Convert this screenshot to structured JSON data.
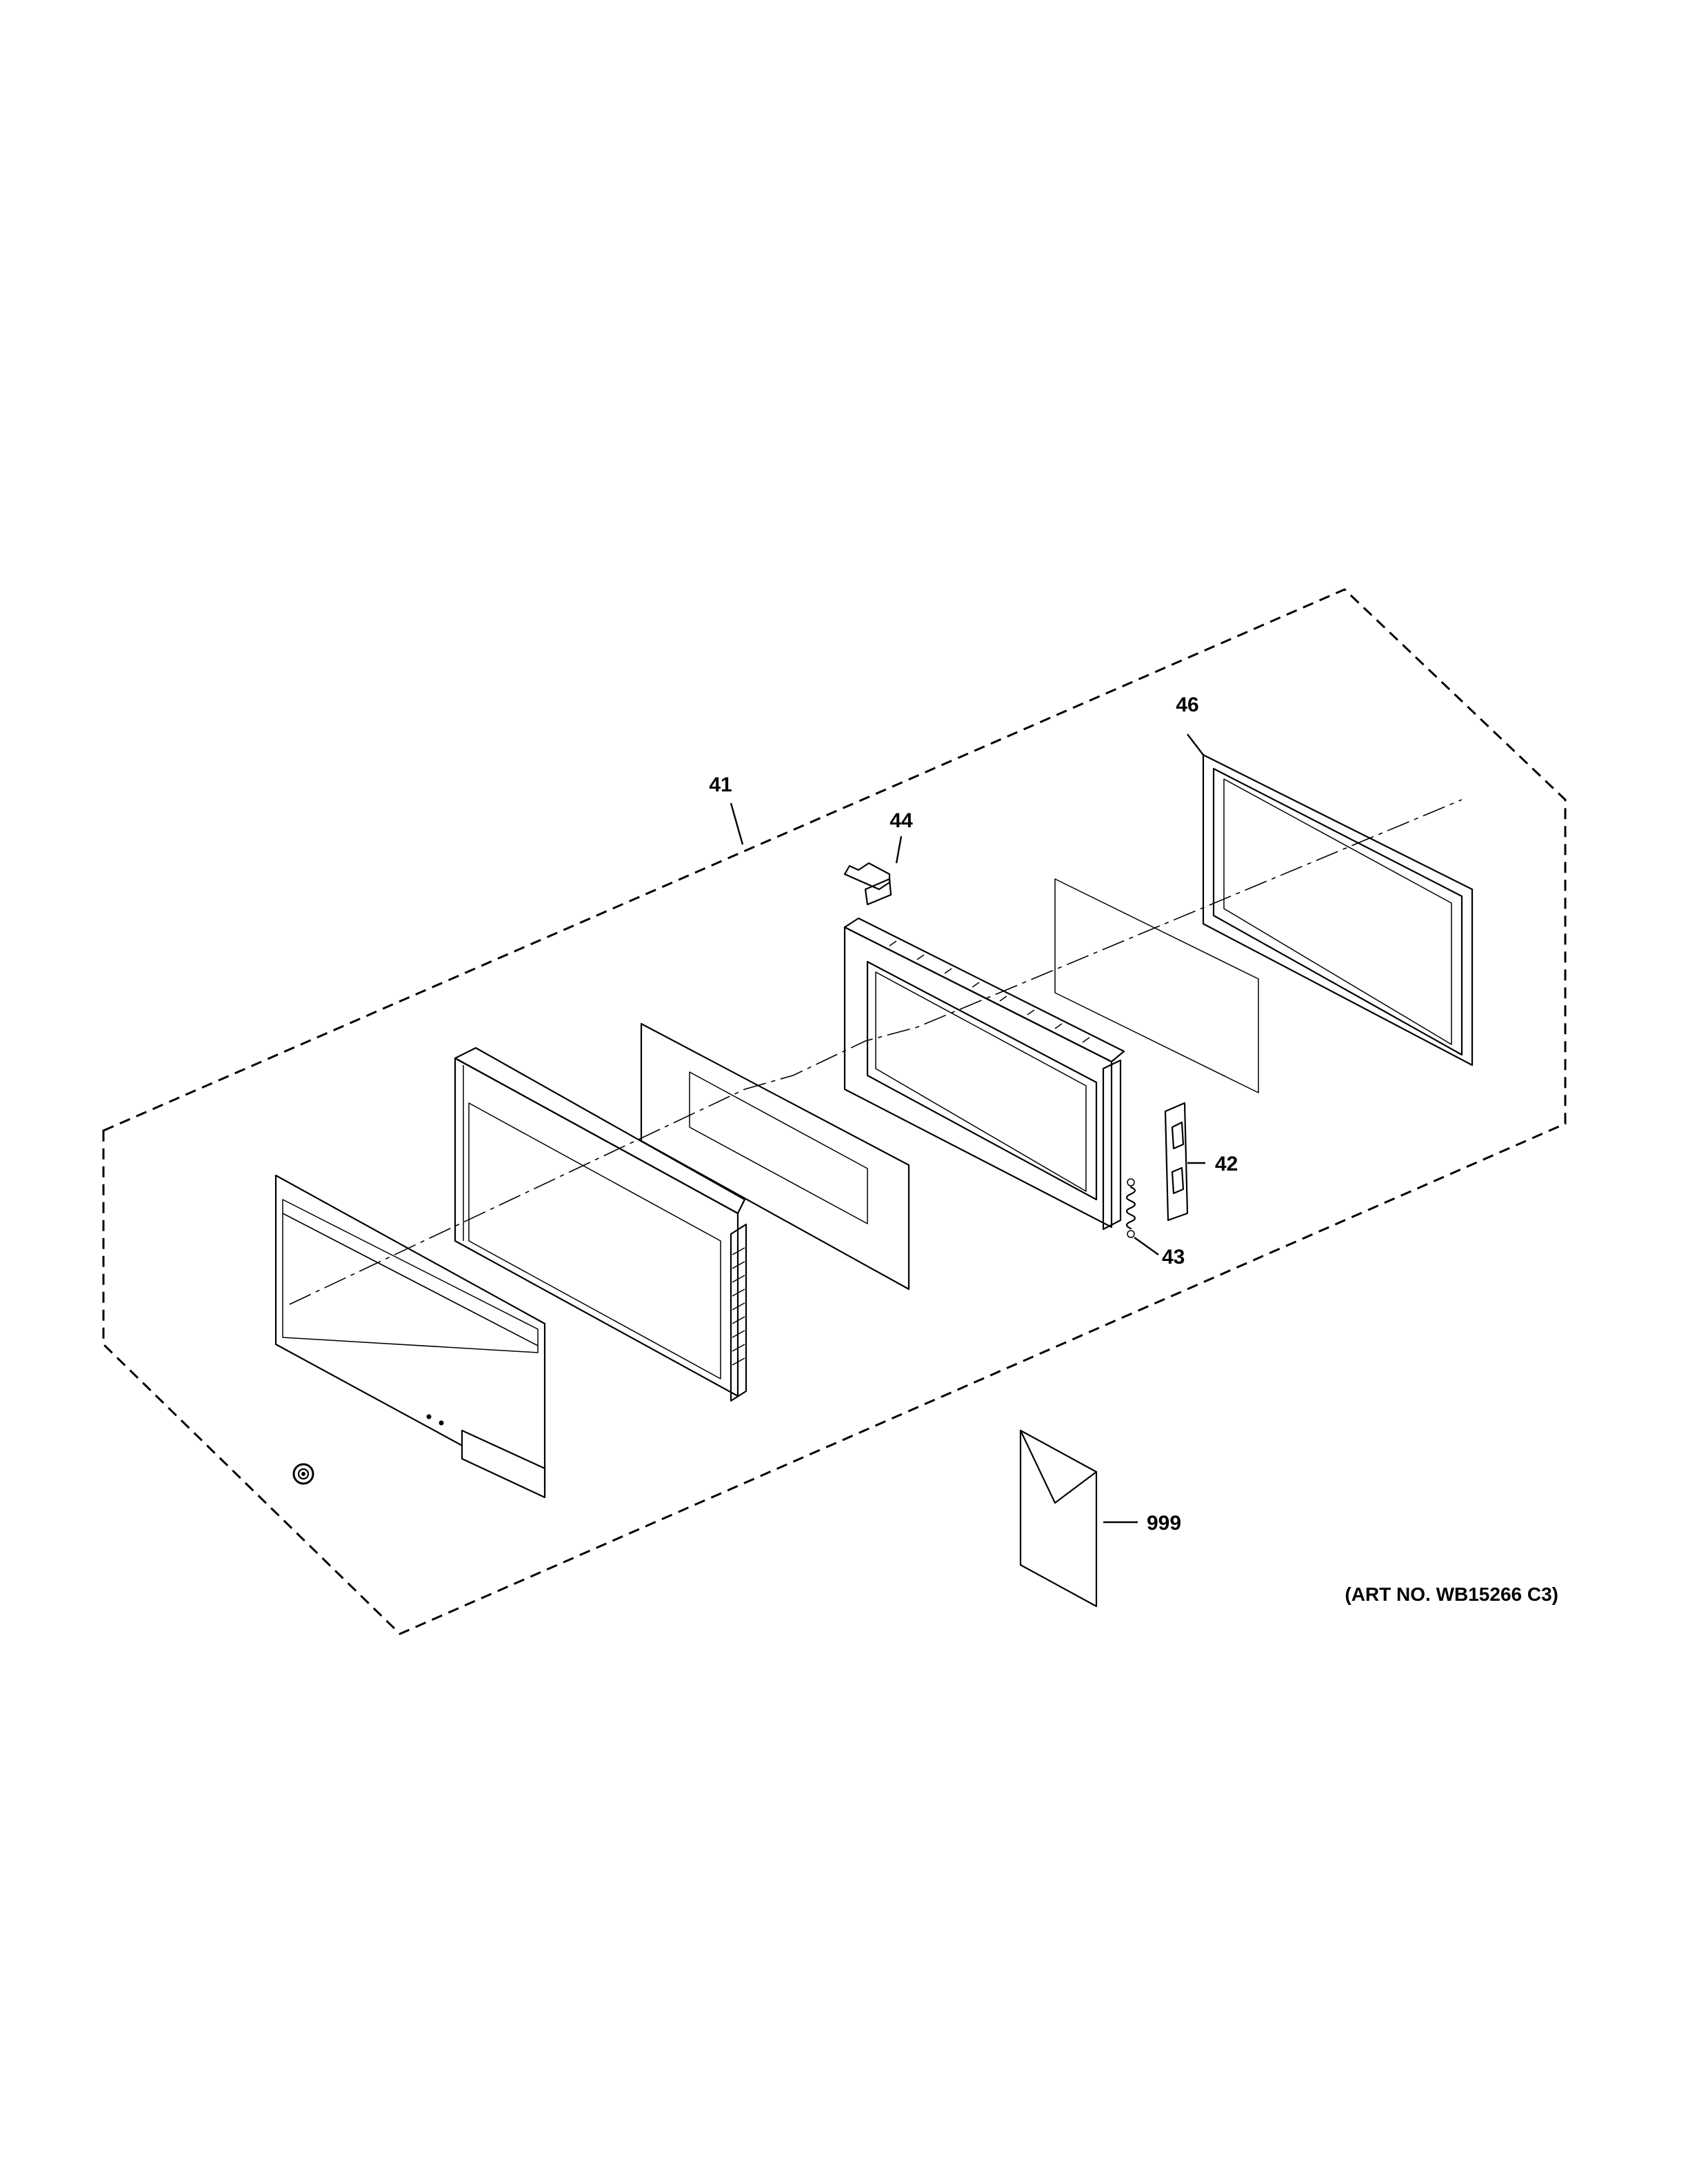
{
  "diagram": {
    "title": "",
    "art_number": "(ART NO. WB15266 C3)",
    "callouts": [
      {
        "id": "41",
        "label": "41"
      },
      {
        "id": "42",
        "label": "42"
      },
      {
        "id": "43",
        "label": "43"
      },
      {
        "id": "44",
        "label": "44"
      },
      {
        "id": "46",
        "label": "46"
      },
      {
        "id": "999",
        "label": "999"
      }
    ]
  }
}
